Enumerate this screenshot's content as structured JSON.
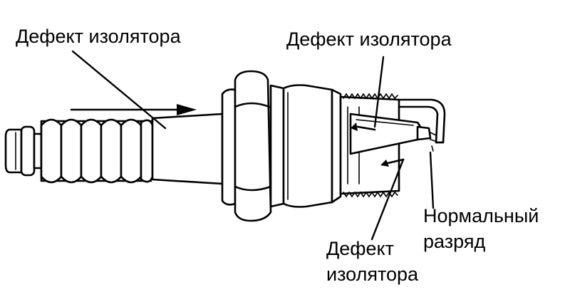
{
  "labels": {
    "top_left": "Дефект изолятора",
    "top_right": "Дефект изолятора",
    "bottom_right_line1": "Нормальный",
    "bottom_right_line2": "разряд",
    "bottom_center_line1": "Дефект",
    "bottom_center_line2": "изолятора"
  }
}
